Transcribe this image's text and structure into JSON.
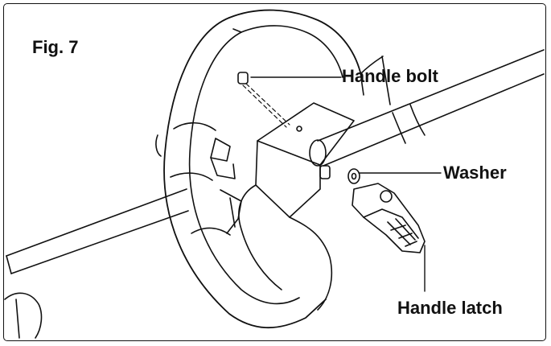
{
  "figure": {
    "label": "Fig. 7"
  },
  "callouts": {
    "handle_bolt": "Handle bolt",
    "washer": "Washer",
    "handle_latch": "Handle latch"
  }
}
